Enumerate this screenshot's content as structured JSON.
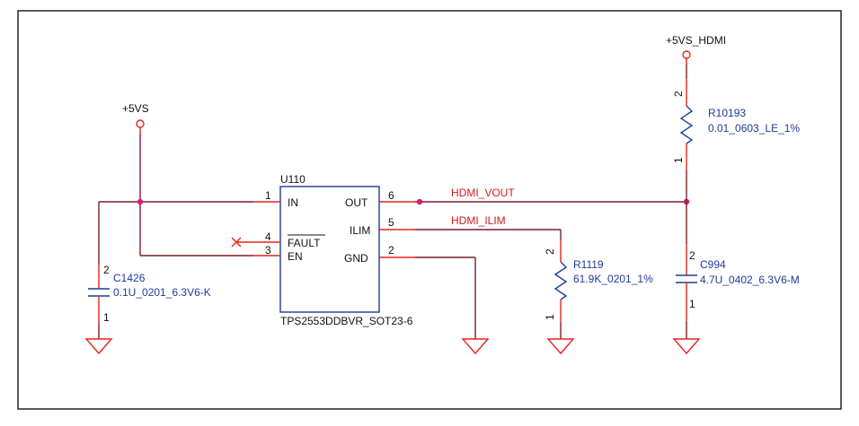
{
  "power": {
    "vs": "+5VS",
    "vs_hdmi": "+5VS_HDMI"
  },
  "u110": {
    "ref": "U110",
    "part": "TPS2553DDBVR_SOT23-6",
    "pins": {
      "in": {
        "num": "1",
        "name": "IN"
      },
      "fault": {
        "num": "4",
        "name": "FAULT"
      },
      "en": {
        "num": "3",
        "name": "EN"
      },
      "out": {
        "num": "6",
        "name": "OUT"
      },
      "ilim": {
        "num": "5",
        "name": "ILIM"
      },
      "gnd": {
        "num": "2",
        "name": "GND"
      }
    }
  },
  "nets": {
    "vout": "HDMI_VOUT",
    "ilim": "HDMI_ILIM"
  },
  "c1426": {
    "ref": "C1426",
    "value": "0.1U_0201_6.3V6-K",
    "pin_top": "2",
    "pin_bottom": "1"
  },
  "r1119": {
    "ref": "R1119",
    "value": "61.9K_0201_1%",
    "pin_top": "2",
    "pin_bottom": "1"
  },
  "r10193": {
    "ref": "R10193",
    "value": "0.01_0603_LE_1%",
    "pin_top": "2",
    "pin_bottom": "1"
  },
  "c994": {
    "ref": "C994",
    "value": "4.7U_0402_6.3V6-M",
    "pin_top": "2",
    "pin_bottom": "1"
  }
}
